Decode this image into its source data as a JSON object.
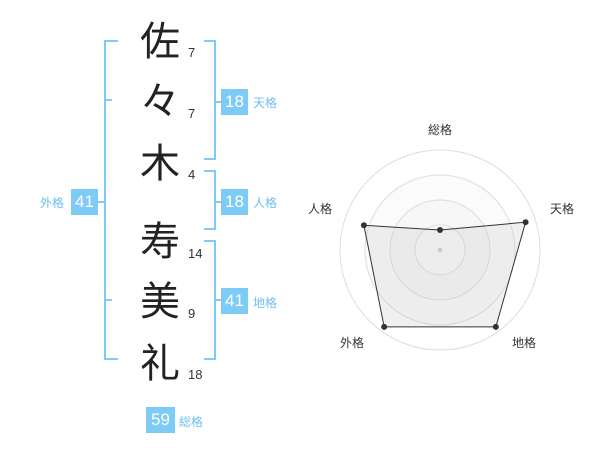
{
  "name": {
    "chars": [
      {
        "char": "佐",
        "strokes": "7"
      },
      {
        "char": "々",
        "strokes": "7"
      },
      {
        "char": "木",
        "strokes": "4"
      },
      {
        "char": "寿",
        "strokes": "14"
      },
      {
        "char": "美",
        "strokes": "9"
      },
      {
        "char": "礼",
        "strokes": "18"
      }
    ],
    "tenkaku": {
      "value": "18",
      "label": "天格"
    },
    "jinkaku": {
      "value": "18",
      "label": "人格"
    },
    "chikaku": {
      "value": "41",
      "label": "地格"
    },
    "gaikaku": {
      "value": "41",
      "label": "外格"
    },
    "soukaku": {
      "value": "59",
      "label": "総格"
    }
  },
  "colors": {
    "accent": "#7ecbf6",
    "accent_text": "#6cc0ef",
    "char_text": "#222222"
  },
  "chart_data": {
    "type": "radar",
    "axes": [
      "総格",
      "天格",
      "地格",
      "外格",
      "人格"
    ],
    "values": [
      0.2,
      0.9,
      0.95,
      0.95,
      0.8
    ],
    "rings": 4,
    "range": [
      0,
      1
    ],
    "grid": true
  }
}
